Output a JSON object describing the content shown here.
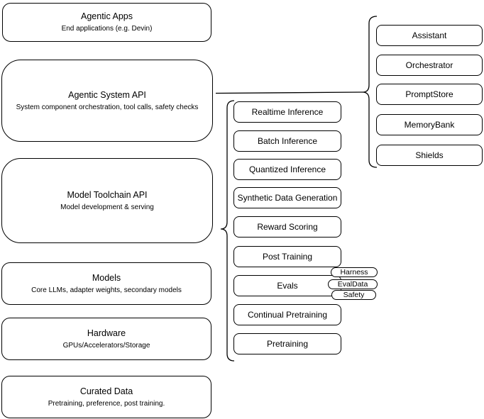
{
  "diagram": {
    "left_column": [
      {
        "title": "Agentic Apps",
        "subtitle": "End applications (e.g. Devin)"
      },
      {
        "title": "Agentic System API",
        "subtitle": "System component orchestration, tool calls, safety checks"
      },
      {
        "title": "Model Toolchain API",
        "subtitle": "Model development & serving"
      },
      {
        "title": "Models",
        "subtitle": "Core LLMs, adapter weights, secondary models"
      },
      {
        "title": "Hardware",
        "subtitle": "GPUs/Accelerators/Storage"
      },
      {
        "title": "Curated Data",
        "subtitle": "Pretraining, preference, post training."
      }
    ],
    "toolchain_items": [
      "Realtime Inference",
      "Batch Inference",
      "Quantized Inference",
      "Synthetic Data Generation",
      "Reward Scoring",
      "Post Training",
      "Evals",
      "Continual Pretraining",
      "Pretraining"
    ],
    "evals_tags": [
      "Harness",
      "EvalData",
      "Safety"
    ],
    "system_components": [
      "Assistant",
      "Orchestrator",
      "PromptStore",
      "MemoryBank",
      "Shields"
    ],
    "colors": {
      "node_border": "#000000",
      "node_fill": "#ffffff",
      "text": "#000000",
      "connector": "#000000"
    }
  }
}
